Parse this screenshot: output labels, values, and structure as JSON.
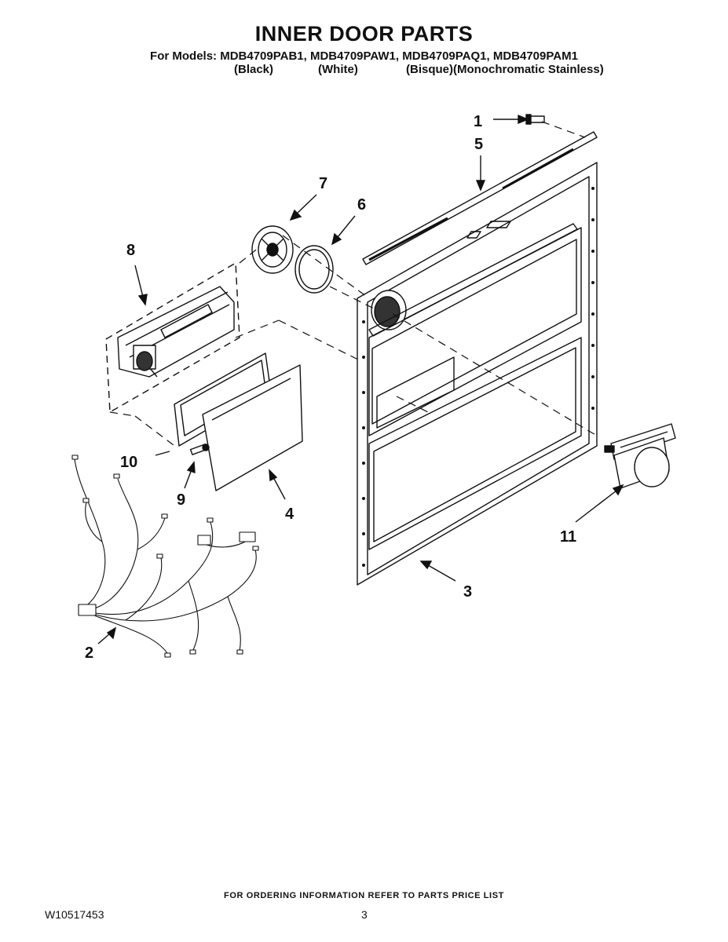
{
  "header": {
    "title": "INNER DOOR PARTS",
    "models_line": "For Models: MDB4709PAB1, MDB4709PAW1, MDB4709PAQ1, MDB4709PAM1",
    "variants": [
      "(Black)",
      "(White)",
      "(Bisque)(Monochromatic Stainless)"
    ]
  },
  "callouts": [
    {
      "id": "1",
      "label": "1"
    },
    {
      "id": "2",
      "label": "2"
    },
    {
      "id": "3",
      "label": "3"
    },
    {
      "id": "4",
      "label": "4"
    },
    {
      "id": "5",
      "label": "5"
    },
    {
      "id": "6",
      "label": "6"
    },
    {
      "id": "7",
      "label": "7"
    },
    {
      "id": "8",
      "label": "8"
    },
    {
      "id": "9",
      "label": "9"
    },
    {
      "id": "10",
      "label": "10"
    },
    {
      "id": "11",
      "label": "11"
    }
  ],
  "footer": {
    "note": "FOR ORDERING INFORMATION REFER TO PARTS PRICE LIST",
    "doc_number": "W10517453",
    "page": "3"
  }
}
